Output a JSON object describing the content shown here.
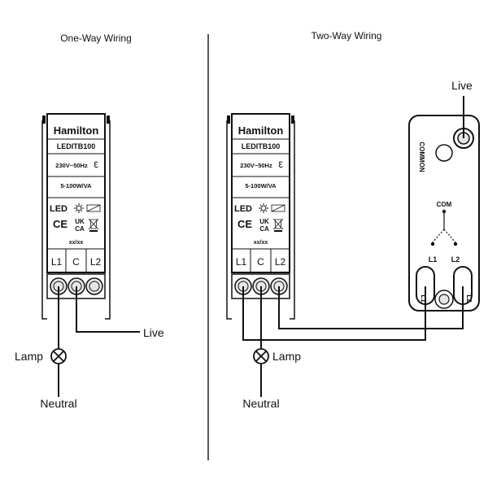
{
  "titles": {
    "one_way": "One-Way Wiring",
    "two_way": "Two-Way Wiring"
  },
  "module": {
    "brand": "Hamilton",
    "model": "LEDITB100",
    "rating": "230V~50Hz",
    "rating_symbol": "ℇ",
    "load": "5-100W/VA",
    "led_label": "LED",
    "ce_mark": "CE",
    "ukca_top": "UK",
    "ukca_bottom": "CA",
    "date_code": "xx/xx",
    "terminals": [
      "L1",
      "C",
      "L2"
    ]
  },
  "switch": {
    "common_label": "COMMON",
    "com_label": "COM",
    "l1_label": "L1",
    "l2_label": "L2",
    "l1_side_label": "L1",
    "l2_side_label": "L2"
  },
  "wiring_labels": {
    "one_way_live": "Live",
    "one_way_lamp": "Lamp",
    "one_way_neutral": "Neutral",
    "two_way_live": "Live",
    "two_way_lamp": "Lamp",
    "two_way_neutral": "Neutral"
  },
  "colors": {
    "line": "#111111",
    "module_fill": "#ffffff",
    "terminal_fill": "#e6e6e6"
  }
}
